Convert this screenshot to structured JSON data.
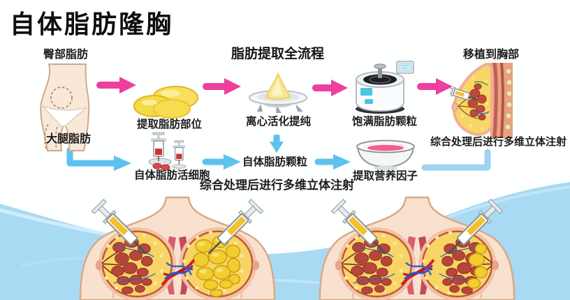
{
  "title": "自体脂肪隆胸",
  "flow": {
    "heading": "脂肪提取全流程",
    "source_hip": "臀部脂肪",
    "source_thigh": "大腿脂肪",
    "extract_site": "提取脂肪部位",
    "centrifuge_step": "离心活化提纯",
    "full_fat_granules": "饱满脂肪颗粒",
    "transplant": "移植到胸部",
    "injection_note_right": "综合处理后进行多维立体注射",
    "live_fat_cells": "自体脂肪活细胞",
    "autologous_fat_granules": "自体脂肪颗粒",
    "nutrition_factors": "提取营养因子",
    "injection_note_center": "综合处理后进行多维立体注射"
  },
  "icons": {
    "torso": "hip-and-thigh-fat-donor-sites",
    "fat_tissue": "extracted-fat-lumps",
    "centrifuge": "centrifuge-dish-with-fat-cone",
    "machine": "fat-processing-machine",
    "breast_side": "breast-cross-section-with-syringe",
    "syringes": "syringes-with-live-fat-cells",
    "bowl": "bowl-with-nutrition-factor-liquid",
    "figures": "breast-anatomy-injection-illustration"
  },
  "colors": {
    "pink_arrow": "#ee3f9e",
    "blue_arrow": "#5ec1ee",
    "water": "#a8daf3",
    "fat_yellow": "#f6d947",
    "gland_red": "#b6463a",
    "liquid_pink": "#ef5f8f",
    "machine_cyan": "#45c8e0",
    "title_text": "#0e0e0e"
  }
}
